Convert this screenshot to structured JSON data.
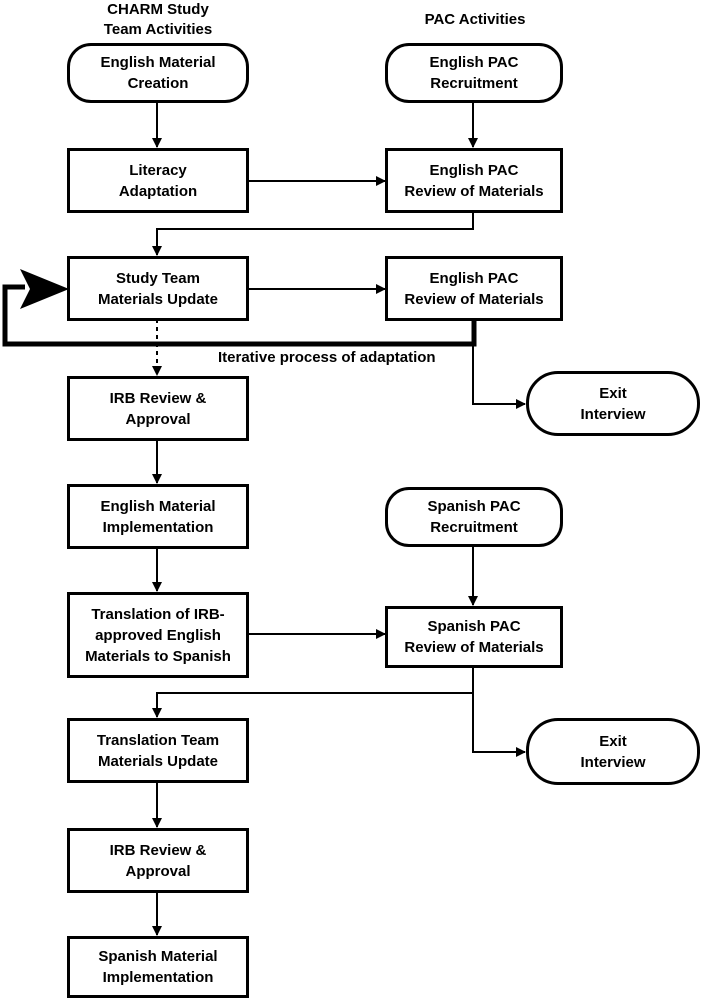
{
  "headers": {
    "study_team": "CHARM Study\nTeam Activities",
    "pac": "PAC Activities"
  },
  "nodes": {
    "english_material_creation": "English Material\nCreation",
    "english_pac_recruitment": "English PAC\nRecruitment",
    "literacy_adaptation": "Literacy\nAdaptation",
    "english_pac_review_1": "English PAC\nReview of Materials",
    "study_team_materials_update": "Study Team\nMaterials Update",
    "english_pac_review_2": "English PAC\nReview of Materials",
    "exit_interview_1": "Exit\nInterview",
    "irb_review_1": "IRB Review &\nApproval",
    "english_material_implementation": "English Material\nImplementation",
    "spanish_pac_recruitment": "Spanish PAC\nRecruitment",
    "translation_of_materials": "Translation of IRB-\napproved English\nMaterials to Spanish",
    "spanish_pac_review": "Spanish PAC\nReview of Materials",
    "exit_interview_2": "Exit\nInterview",
    "translation_team_update": "Translation Team\nMaterials Update",
    "irb_review_2": "IRB Review &\nApproval",
    "spanish_material_implementation": "Spanish Material\nImplementation"
  },
  "annotations": {
    "iterative": "Iterative process of adaptation"
  },
  "colors": {
    "stroke": "#000000",
    "fill": "#ffffff"
  }
}
